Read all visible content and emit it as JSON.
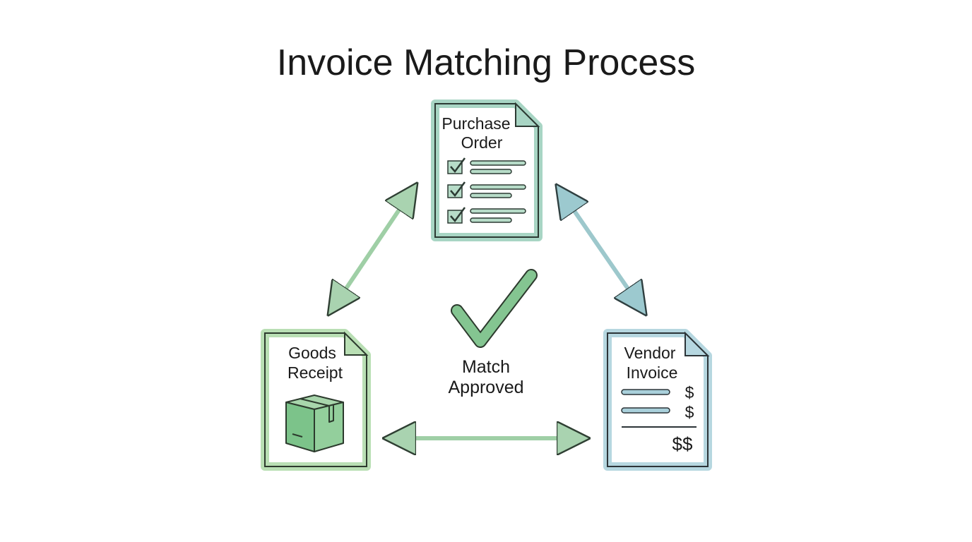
{
  "title": "Invoice Matching Process",
  "nodes": {
    "purchase_order": {
      "line1": "Purchase",
      "line2": "Order"
    },
    "goods_receipt": {
      "line1": "Goods",
      "line2": "Receipt"
    },
    "vendor_invoice": {
      "line1": "Vendor",
      "line2": "Invoice",
      "item_symbol_1": "$",
      "item_symbol_2": "$",
      "total_symbol": "$$"
    }
  },
  "center": {
    "line1": "Match",
    "line2": "Approved"
  },
  "colors": {
    "green": "#7dbb8a",
    "green_fill": "#d6ecd9",
    "teal": "#8fc6b6",
    "blue": "#8dbccb",
    "blue_fill": "#dcedf2",
    "check": "#7cc08a"
  }
}
